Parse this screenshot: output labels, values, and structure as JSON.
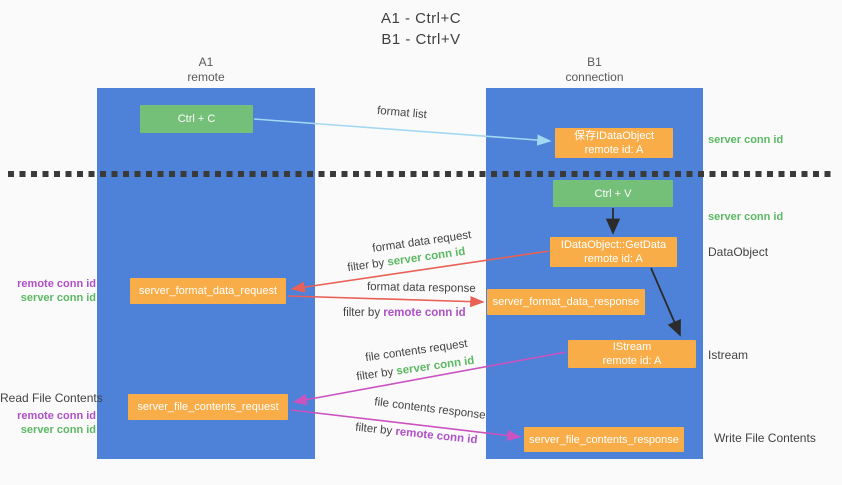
{
  "title": {
    "line1": "A1 - Ctrl+C",
    "line2": "B1 - Ctrl+V"
  },
  "columns": {
    "left": {
      "name": "A1",
      "role": "remote"
    },
    "right": {
      "name": "B1",
      "role": "connection"
    }
  },
  "nodes": {
    "ctrl_c": "Ctrl + C",
    "ctrl_v": "Ctrl + V",
    "save_dataobject": {
      "line1": "保存IDataObject",
      "line2": "remote id: A"
    },
    "getdata": {
      "line1": "IDataObject::GetData",
      "line2": "remote id: A"
    },
    "istream": {
      "line1": "IStream",
      "line2": "remote id: A"
    },
    "format_request": "server_format_data_request",
    "format_response": "server_format_data_response",
    "file_request": "server_file_contents_request",
    "file_response": "server_file_contents_response"
  },
  "flows": {
    "format_list": {
      "label": "format list"
    },
    "format_data_request": {
      "label": "format data request",
      "filter_prefix": "filter by",
      "filter_key": "server conn id"
    },
    "format_data_response": {
      "label": "format data response",
      "filter_prefix": "filter by",
      "filter_key": "remote conn id"
    },
    "file_contents_request": {
      "label": "file contents request",
      "filter_prefix": "filter by",
      "filter_key": "server conn id"
    },
    "file_contents_response": {
      "label": "file contents response",
      "filter_prefix": "filter by",
      "filter_key": "remote conn id"
    }
  },
  "side_labels": {
    "right": [
      {
        "text": "server conn id",
        "type": "green"
      },
      {
        "text": "server conn id",
        "type": "green"
      },
      {
        "text": "DataObject",
        "type": "plain"
      },
      {
        "text": "Istream",
        "type": "plain"
      },
      {
        "text": "Write File Contents",
        "type": "plain"
      }
    ],
    "left": [
      {
        "text": "remote conn id",
        "type": "purple"
      },
      {
        "text": "server conn id",
        "type": "green"
      },
      {
        "text": "Read File Contents",
        "type": "plain"
      },
      {
        "text": "remote conn id",
        "type": "purple"
      },
      {
        "text": "server conn id",
        "type": "green"
      }
    ]
  },
  "colors": {
    "column-blue": "#4d82d8",
    "node-green": "#74c078",
    "node-orange": "#f8ad49",
    "label-green": "#5cb963",
    "label-purple": "#b050c8",
    "arrow-red": "#e96056",
    "arrow-magenta": "#ca53c0",
    "arrow-lightblue": "#a3d8f2",
    "arrow-black": "#2b2b2b",
    "bg": "#fafafa",
    "text-dark": "#3f3f3f"
  }
}
